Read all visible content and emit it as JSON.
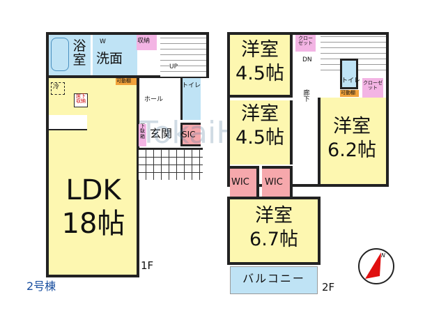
{
  "building_label": "2号棟",
  "floor1": {
    "label": "1F",
    "rooms": {
      "bath": "浴室",
      "washroom": "洗面",
      "washer": "W",
      "storage": "収納",
      "up": "UP",
      "fridge": "冷",
      "underfloor_storage": "床下収納",
      "adjustable_shelf": "可動棚",
      "hall": "ホール",
      "toilet": "トイレ",
      "shoe_box": "下駄箱",
      "entrance": "玄関",
      "sic": "SIC",
      "ldk_name": "LDK",
      "ldk_size": "18帖"
    }
  },
  "floor2": {
    "label": "2F",
    "rooms": {
      "room_a_name": "洋室",
      "room_a_size": "4.5帖",
      "room_b_name": "洋室",
      "room_b_size": "4.5帖",
      "room_c_name": "洋室",
      "room_c_size": "6.2帖",
      "room_d_name": "洋室",
      "room_d_size": "6.7帖",
      "closet": "クローゼット",
      "closet2": "クローゼット",
      "down": "DN",
      "corridor": "廊下",
      "toilet": "トイレ",
      "adjustable_shelf": "可動棚",
      "wic1": "WIC",
      "wic2": "WIC",
      "balcony": "バルコニー"
    }
  },
  "compass": {
    "north_label": "N",
    "needle_color": "#e01010"
  },
  "watermark": "TokaiHome",
  "colors": {
    "room": "#fdf7b0",
    "wet": "#bfe3f5",
    "storage": "#f3b4e4",
    "wic": "#f6a8ac"
  }
}
